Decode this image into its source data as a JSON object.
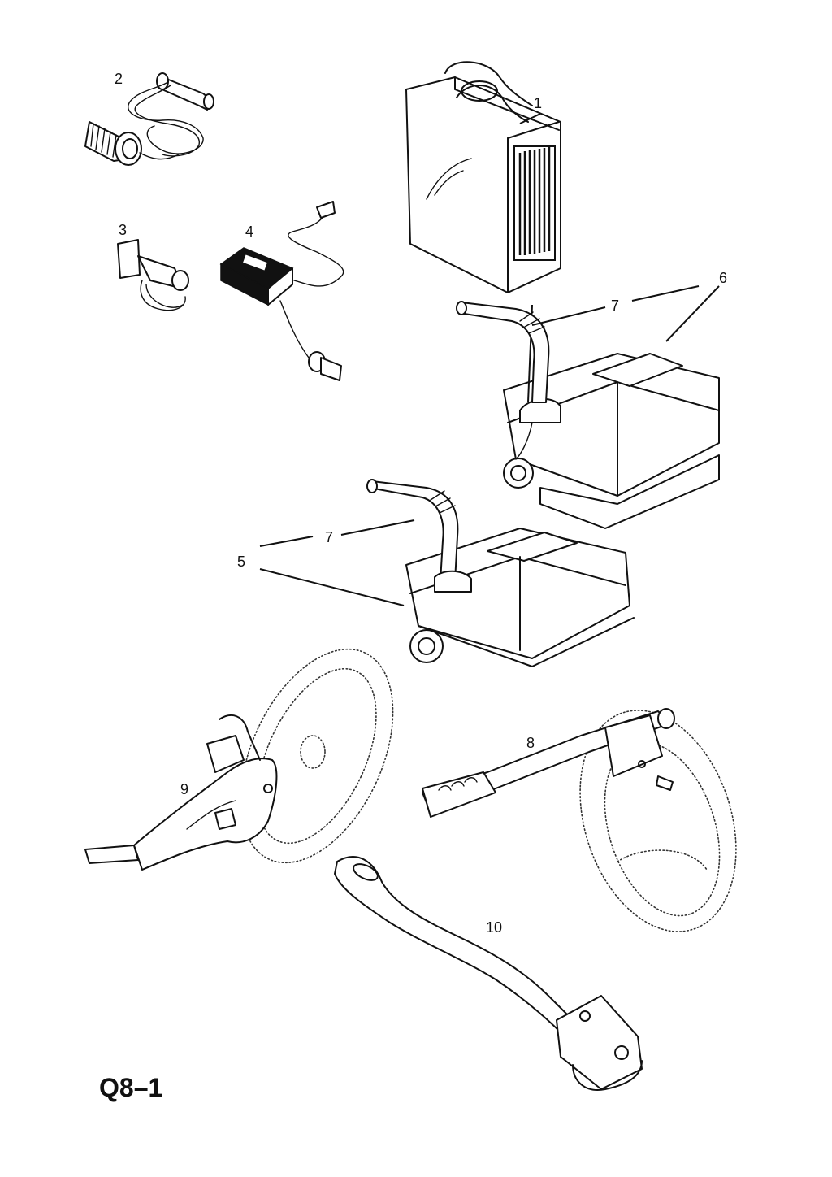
{
  "callouts": {
    "c1": "1",
    "c2": "2",
    "c3": "3",
    "c4": "4",
    "c5": "5",
    "c6": "6",
    "c7a": "7",
    "c7b": "7",
    "c8": "8",
    "c9": "9",
    "c10": "10"
  },
  "caption": "Q8–1"
}
